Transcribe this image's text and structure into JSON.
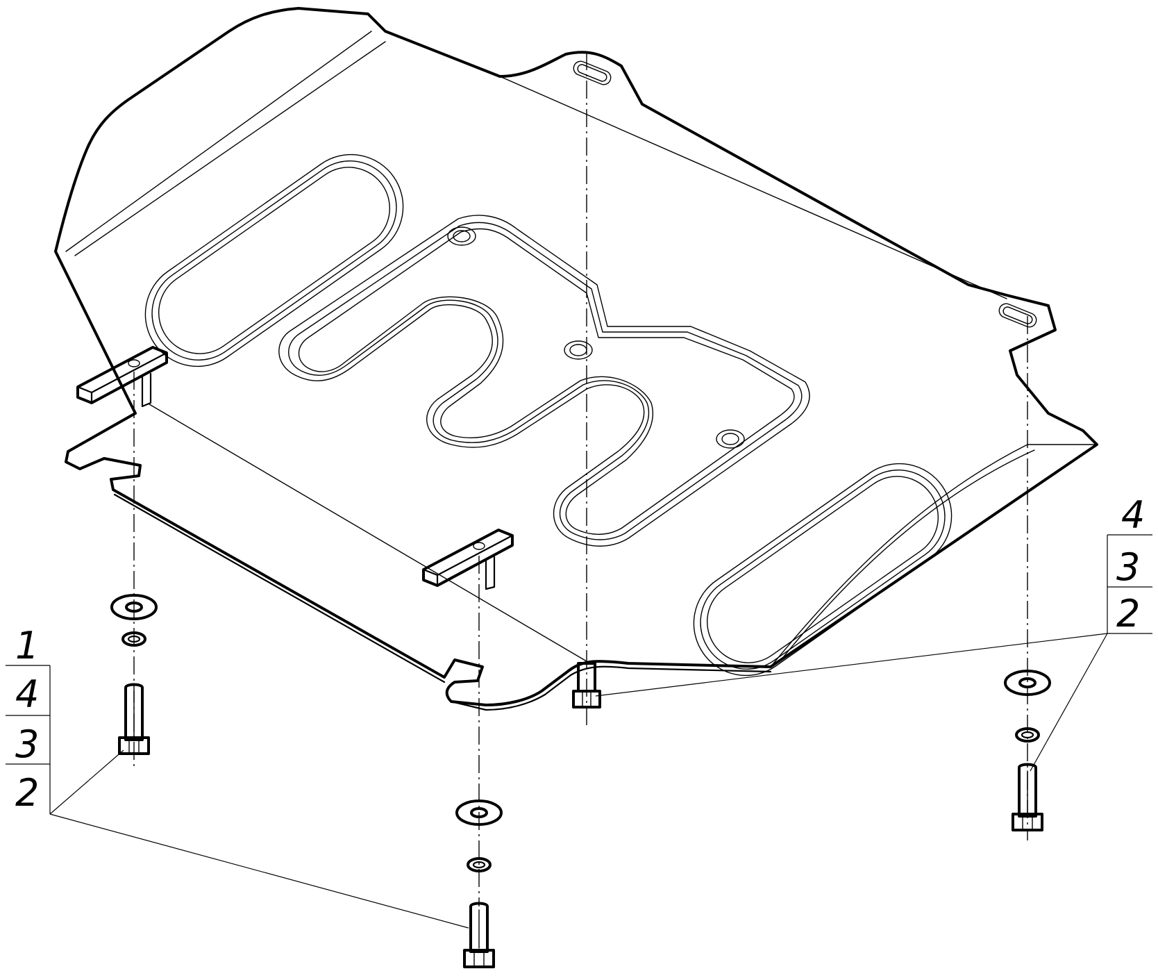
{
  "callouts": {
    "left": [
      "1",
      "4",
      "3",
      "2"
    ],
    "right": [
      "4",
      "3",
      "2"
    ]
  },
  "parts": {
    "skid_plate": "skid-plate",
    "bolt": "bolt",
    "spring_washer": "spring-washer",
    "flat_washer": "flat-washer",
    "nut_plate": "nut-plate"
  },
  "colors": {
    "line": "#000000",
    "background": "#ffffff"
  }
}
